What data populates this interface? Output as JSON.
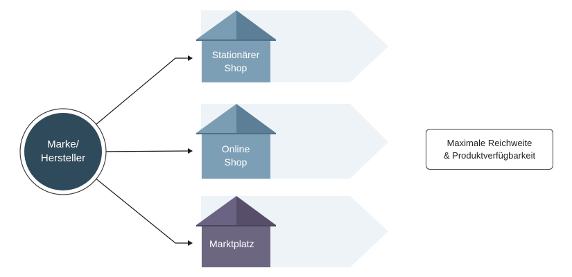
{
  "source": {
    "line1": "Marke/",
    "line2": "Hersteller"
  },
  "channels": [
    {
      "line1": "Stationärer",
      "line2": "Shop"
    },
    {
      "line1": "Online",
      "line2": "Shop"
    },
    {
      "line1": "Marktplatz"
    }
  ],
  "result": {
    "line1": "Maximale Reichweite",
    "line2": "& Produktverfügbarkeit"
  },
  "colors": {
    "circle_fill": "#2f4a5a",
    "circle_ring": "#ffffff",
    "circle_border": "#3c3c3c",
    "shop_body": "#7d9fb6",
    "shop_roof_light": "#7b9db4",
    "shop_roof_dark": "#5c7e96",
    "market_body": "#6d6680",
    "market_roof_light": "#6a6381",
    "market_roof_dark": "#574f6a",
    "arrow_band": "#eef3f7",
    "connector": "#1a1a1a"
  }
}
